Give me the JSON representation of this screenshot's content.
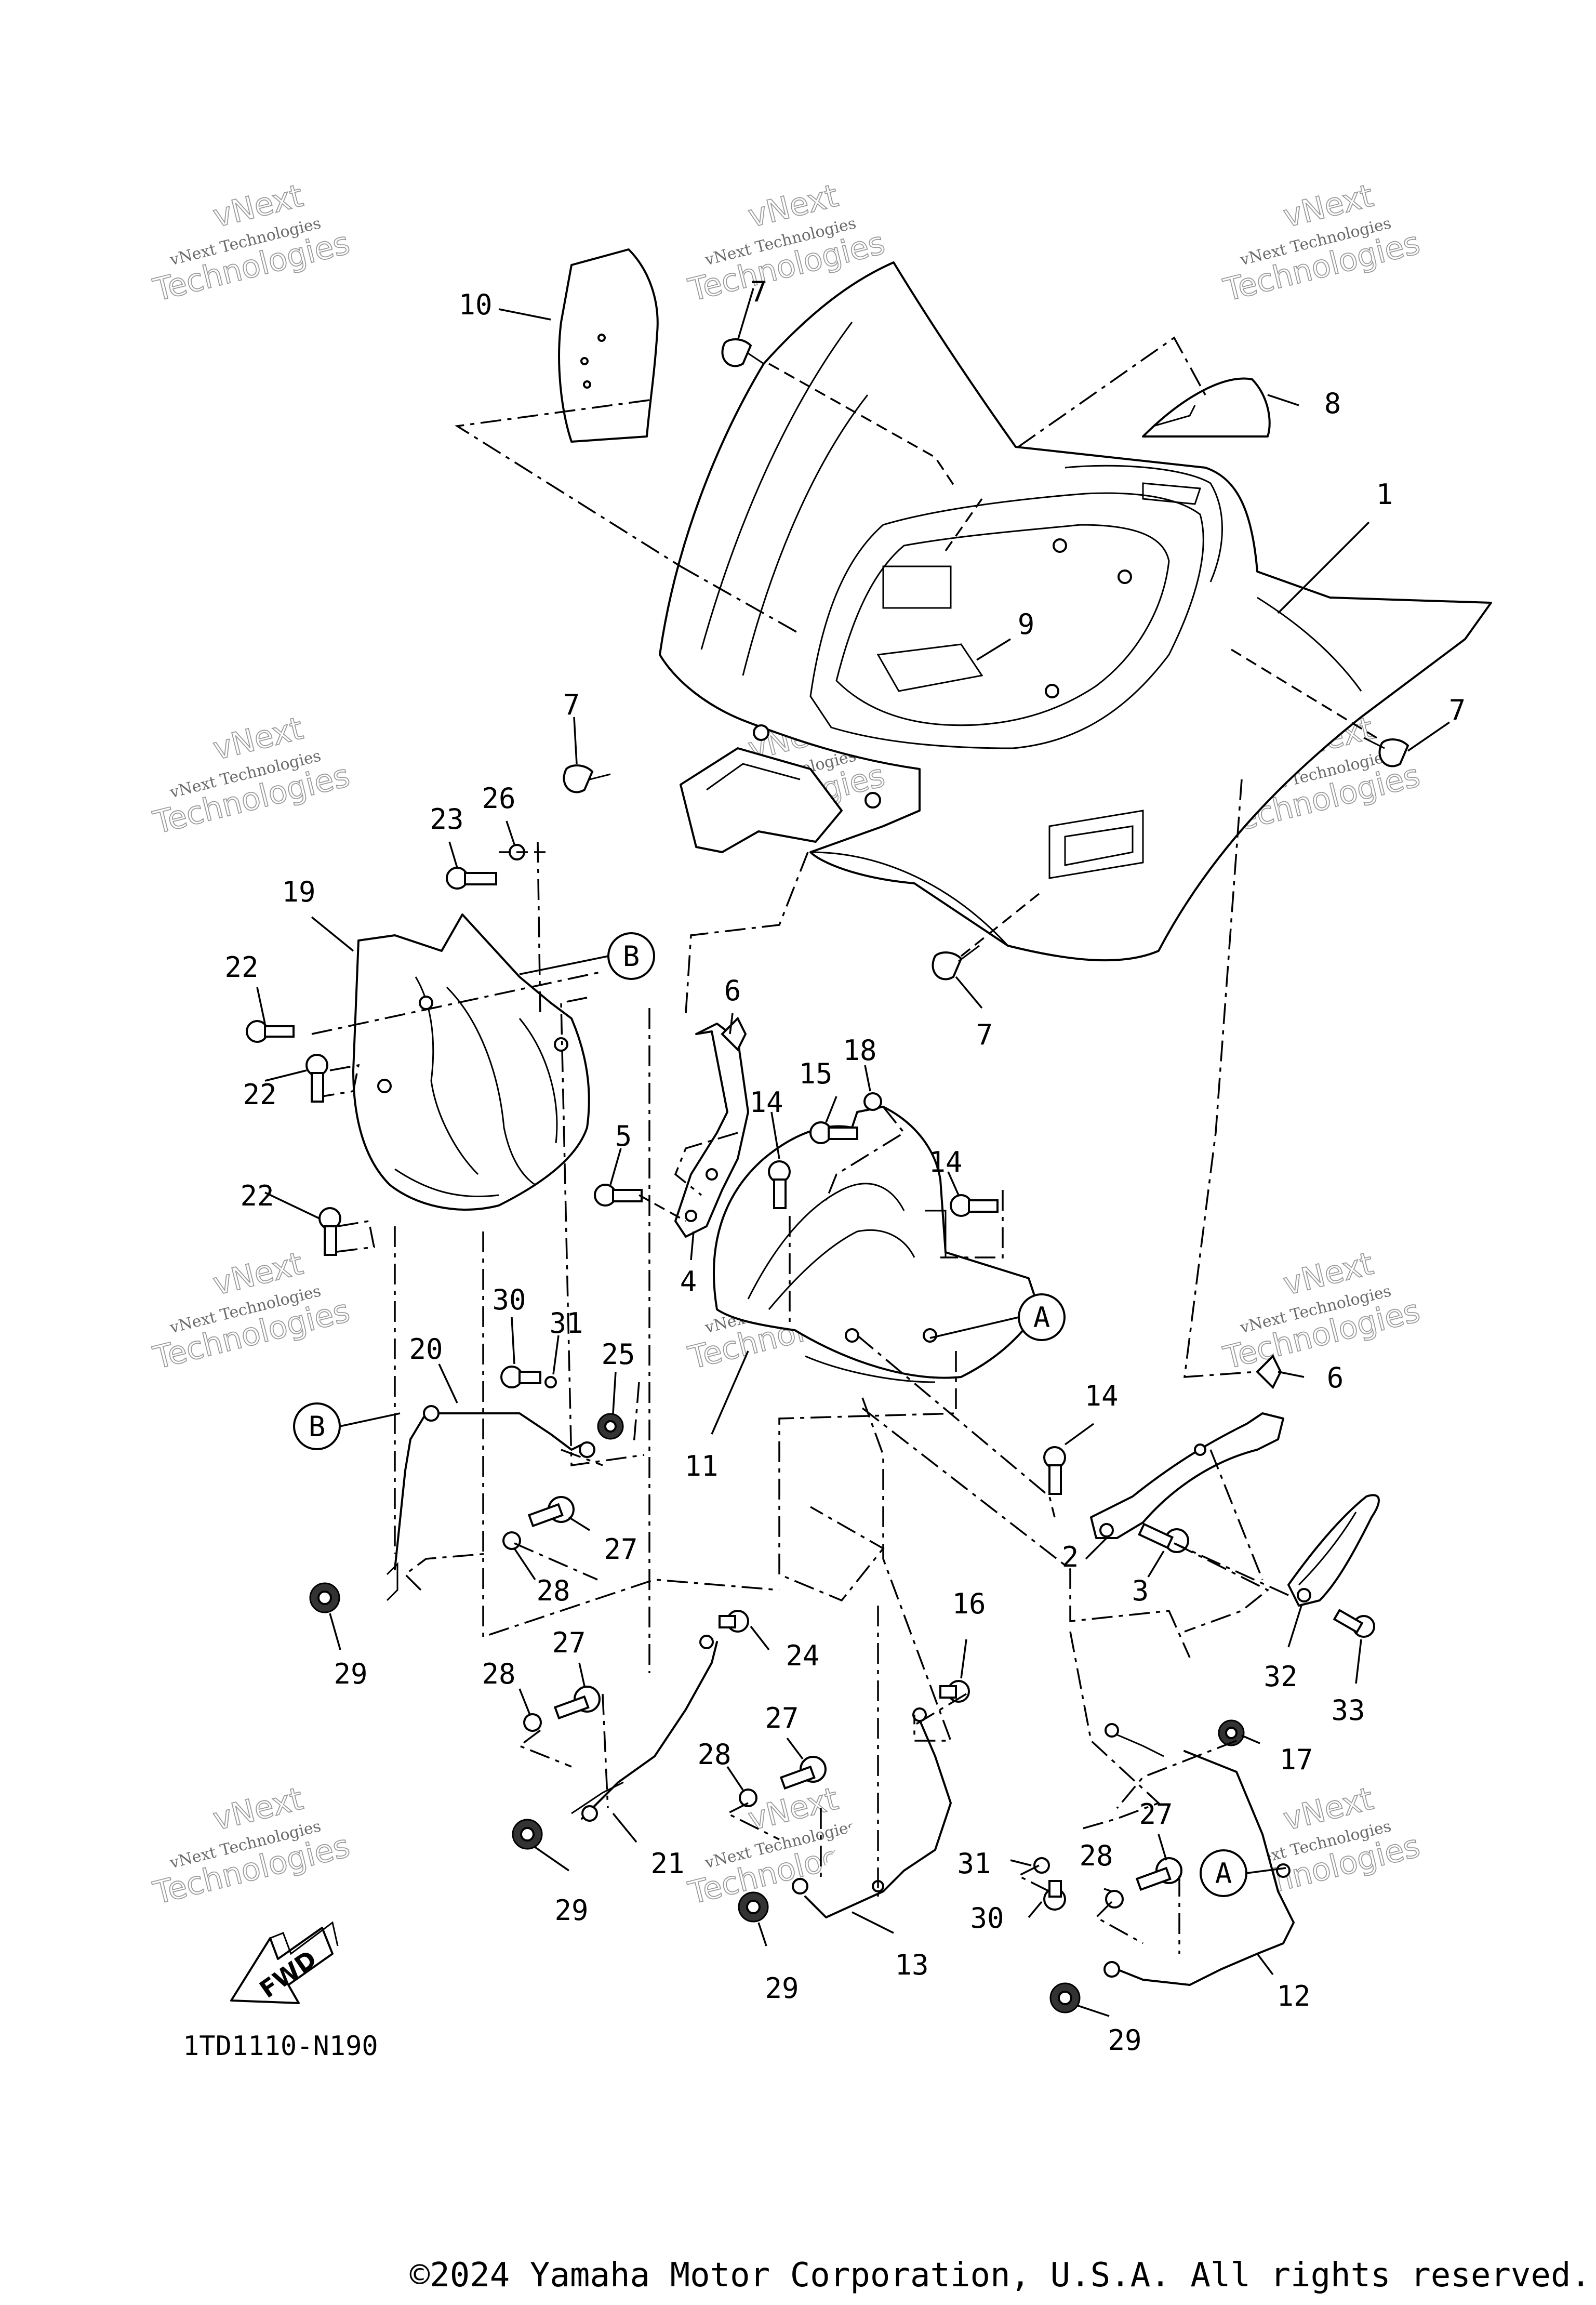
{
  "diagram": {
    "reference_code": "1TD1110-N190",
    "copyright": "©2024 Yamaha Motor Corporation, U.S.A. All rights reserved.",
    "direction_marker": "FWD",
    "connection_markers": [
      "A",
      "B"
    ],
    "watermark": {
      "line1": "vNext",
      "line2": "vNext Technologies",
      "line3": "Technologies"
    },
    "callouts": [
      "1",
      "2",
      "3",
      "4",
      "5",
      "6",
      "7",
      "8",
      "9",
      "10",
      "11",
      "12",
      "13",
      "14",
      "15",
      "16",
      "17",
      "18",
      "19",
      "20",
      "21",
      "22",
      "23",
      "24",
      "25",
      "26",
      "27",
      "28",
      "29",
      "30",
      "31",
      "32",
      "33"
    ]
  }
}
